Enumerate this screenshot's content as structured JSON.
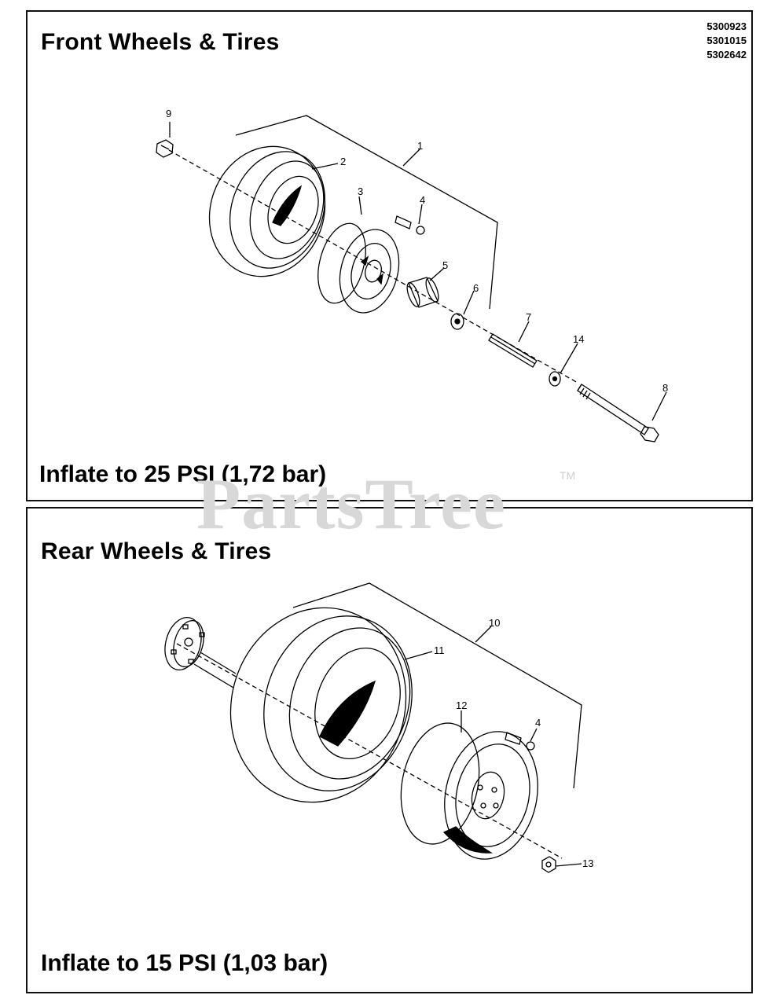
{
  "front": {
    "title": "Front Wheels & Tires",
    "model_numbers": [
      "5300923",
      "5301015",
      "5302642"
    ],
    "inflate_text": "Inflate to 25 PSI (1,72 bar)",
    "callouts": {
      "c1": "1",
      "c2": "2",
      "c3": "3",
      "c4": "4",
      "c5": "5",
      "c6": "6",
      "c7": "7",
      "c8": "8",
      "c9": "9",
      "c14": "14"
    }
  },
  "rear": {
    "title": "Rear Wheels & Tires",
    "inflate_text": "Inflate to 15 PSI (1,03 bar)",
    "callouts": {
      "c4": "4",
      "c10": "10",
      "c11": "11",
      "c12": "12",
      "c13": "13"
    }
  },
  "watermark": {
    "text": "PartsTree",
    "tm": "TM"
  }
}
